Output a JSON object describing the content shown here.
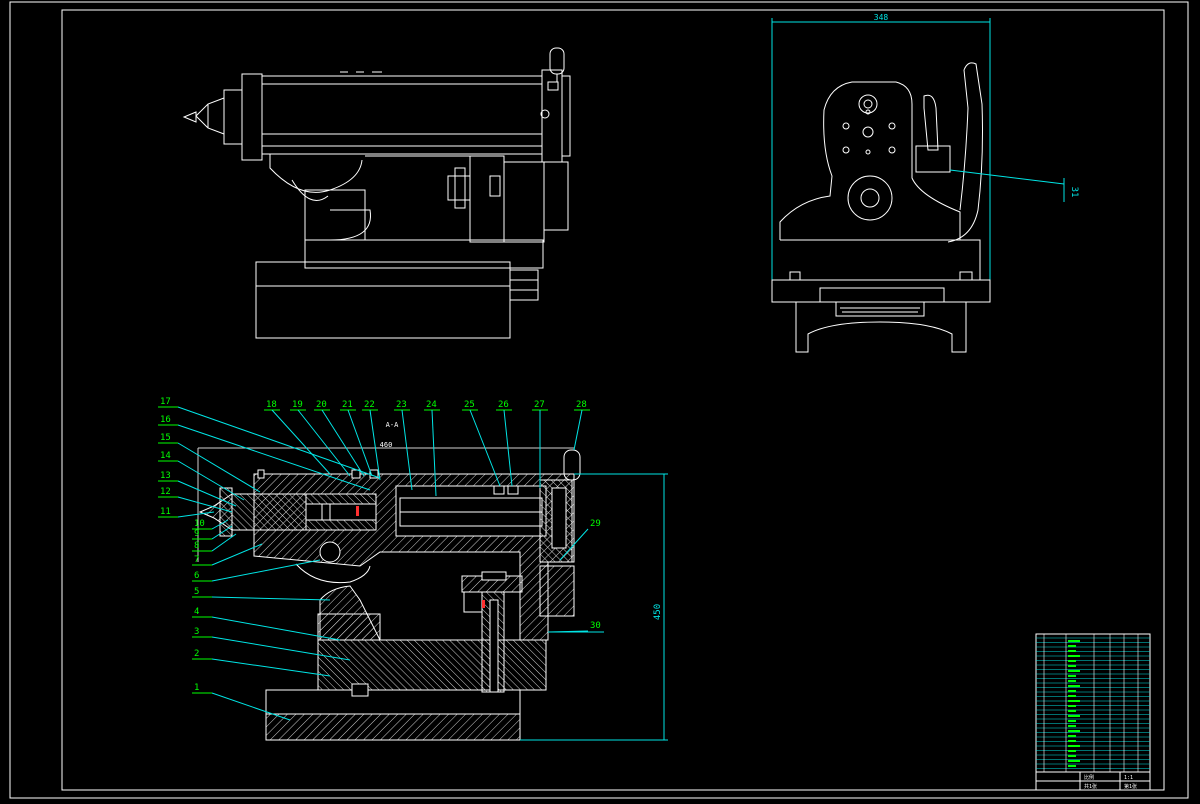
{
  "colors": {
    "background": "#000000",
    "line": "#ffffff",
    "dimension": "#00e5e5",
    "label": "#00ff00",
    "accent_red": "#ff3030",
    "hatch": "#cfcfcf"
  },
  "drawing": {
    "top_view_width_dim": "348",
    "height_dim": "450",
    "small_dim_1": "460",
    "small_dim_2": "A-A",
    "side_view_callout": "31",
    "part_callouts_left": [
      "17",
      "16",
      "15",
      "14",
      "13",
      "12",
      "11",
      "10",
      "9",
      "8",
      "7",
      "6",
      "5",
      "4",
      "3",
      "2",
      "1"
    ],
    "part_callouts_top": [
      "18",
      "19",
      "20",
      "21",
      "22",
      "23",
      "24",
      "25",
      "26",
      "27",
      "28"
    ],
    "part_callouts_right": [
      "29",
      "30"
    ]
  },
  "title_block": {
    "label_1": "比例",
    "label_2": "1:1",
    "label_3": "共1张",
    "label_4": "第1张"
  }
}
